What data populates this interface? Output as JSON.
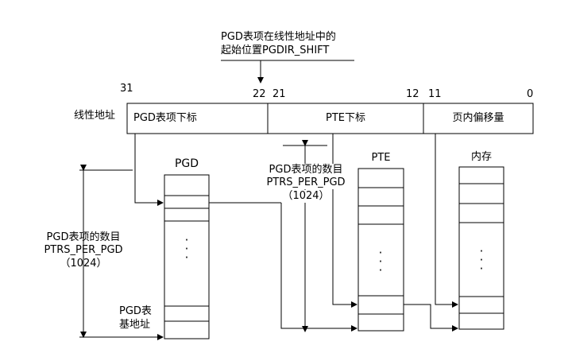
{
  "top_annotation": {
    "line1": "PGD表项在线性地址中的",
    "line2": "起始位置PGDIR_SHIFT"
  },
  "bit_positions": {
    "b31": "31",
    "b22": "22",
    "b21": "21",
    "b12": "12",
    "b11": "11",
    "b0": "0"
  },
  "linear_address": {
    "label": "线性地址",
    "fields": [
      "PGD表项下标",
      "PTE下标",
      "页内偏移量"
    ]
  },
  "tables": {
    "pgd": "PGD",
    "pte": "PTE",
    "memory": "内存"
  },
  "left_annotation": {
    "line1": "PGD表项的数目",
    "line2": "PTRS_PER_PGD",
    "line3": "（1024）"
  },
  "middle_annotation": {
    "line1": "PGD表项的数目",
    "line2": "PTRS_PER_PGD",
    "line3": "（1024）"
  },
  "pgd_base": {
    "line1": "PGD表",
    "line2": "基地址"
  },
  "ellipsis": "·\n·\n·"
}
